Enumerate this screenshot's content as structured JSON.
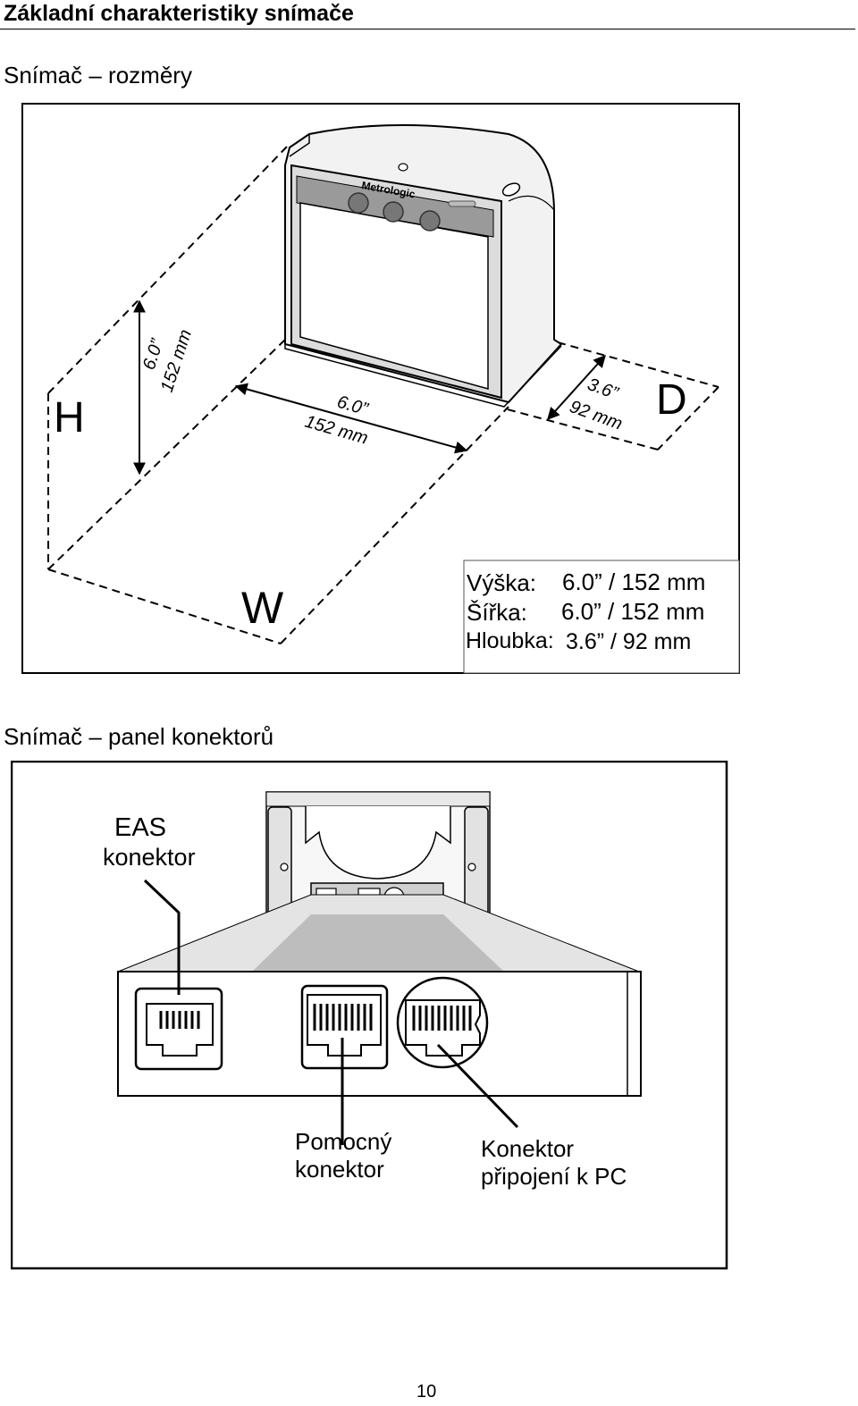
{
  "page": {
    "title": "Základní charakteristiky snímače",
    "page_number": "10"
  },
  "dimensions_section": {
    "heading": "Snímač – rozměry",
    "brand": "Metrologic",
    "labels": {
      "height": "H",
      "width": "W",
      "depth": "D"
    },
    "height_dim": {
      "inches": "6.0”",
      "mm": "152 mm"
    },
    "width_dim": {
      "inches": "6.0”",
      "mm": "152 mm"
    },
    "depth_dim": {
      "inches": "3.6”",
      "mm": "92 mm"
    },
    "spec_table": {
      "rows": [
        {
          "label": "Výška:",
          "value": "6.0” / 152 mm"
        },
        {
          "label": "Šířka:",
          "value": "6.0” / 152 mm"
        },
        {
          "label": "Hloubka:",
          "value": "3.6” /  92 mm"
        }
      ]
    }
  },
  "connectors_section": {
    "heading": "Snímač – panel konektorů",
    "eas_label": {
      "line1": "EAS",
      "line2": "konektor"
    },
    "aux_label": {
      "line1": "Pomocný",
      "line2": "konektor"
    },
    "pc_label": {
      "line1": "Konektor",
      "line2": "připojení k PC"
    }
  }
}
